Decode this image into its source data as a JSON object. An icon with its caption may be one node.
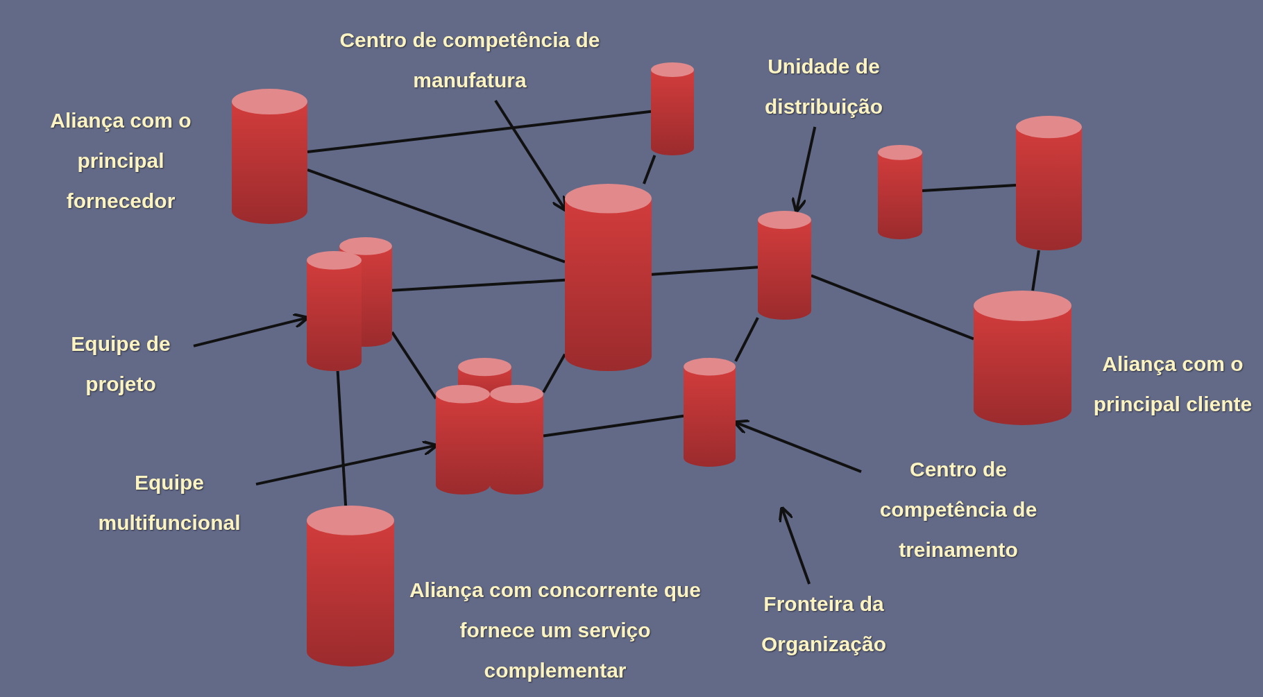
{
  "diagram": {
    "nodes": [
      {
        "text": [
          "Centro de competência de manufatura"
        ]
      },
      {
        "text": [],
        "shape": "cylinder"
      },
      {
        "text": [
          "Unidade de distribuição"
        ]
      },
      {
        "text": [],
        "shape": "cylinder",
        "beside": [
          "Aliança com o principal fornecedor"
        ]
      },
      {
        "text": [],
        "shape": "cylinder"
      },
      {
        "text": [],
        "shape": "cylinder"
      },
      {
        "text": [],
        "shape": "cylinder"
      },
      {
        "text": [],
        "shape": "cylinder"
      },
      {
        "text": [],
        "shape": "cylinder"
      },
      {
        "text": [],
        "shape": "cylinder"
      },
      {
        "text": [
          "Equipe de projeto"
        ]
      },
      {
        "text": [],
        "shape": "cylinder",
        "beside": [
          "Aliança com o principal cliente"
        ]
      },
      {
        "text": [],
        "shape": "cylinder"
      },
      {
        "text": [],
        "shape": "cylinder"
      },
      {
        "text": [],
        "shape": "cylinder"
      },
      {
        "text": [],
        "shape": "cylinder"
      },
      {
        "text": [
          "Equipe multifuncional"
        ]
      },
      {
        "text": [
          "Centro de competência de treinamento"
        ]
      },
      {
        "text": [],
        "shape": "cylinder",
        "beside": [
          "Aliança com concorrente que fornece um serviço complementar"
        ]
      },
      {
        "text": [
          "Fronteira da Organização"
        ]
      }
    ],
    "edges": [
      {
        "from": 3,
        "to": 1,
        "arrow": "none"
      },
      {
        "from": 3,
        "to": 6,
        "arrow": "none"
      },
      {
        "from": 1,
        "to": 6,
        "arrow": "none"
      },
      {
        "from": 8,
        "to": 6,
        "arrow": "none"
      },
      {
        "from": 6,
        "to": 7,
        "arrow": "none"
      },
      {
        "from": 7,
        "to": 11,
        "arrow": "none"
      },
      {
        "from": 5,
        "to": 4,
        "arrow": "none"
      },
      {
        "from": 4,
        "to": 11,
        "arrow": "none"
      },
      {
        "from": 8,
        "to": 13,
        "arrow": "none"
      },
      {
        "from": 6,
        "to": 14,
        "arrow": "none"
      },
      {
        "from": 14,
        "to": 15,
        "arrow": "none"
      },
      {
        "from": 15,
        "to": 7,
        "arrow": "none"
      },
      {
        "from": 9,
        "to": 18,
        "arrow": "none"
      },
      {
        "from": 0,
        "to": 6,
        "arrow": "to"
      },
      {
        "from": 2,
        "to": 7,
        "arrow": "to"
      },
      {
        "from": 10,
        "to": 9,
        "arrow": "to"
      },
      {
        "from": 16,
        "to": 13,
        "arrow": "to"
      },
      {
        "from": 17,
        "to": 15,
        "arrow": "to"
      },
      {
        "from": 19,
        "to": null,
        "arrow": "to"
      }
    ]
  }
}
